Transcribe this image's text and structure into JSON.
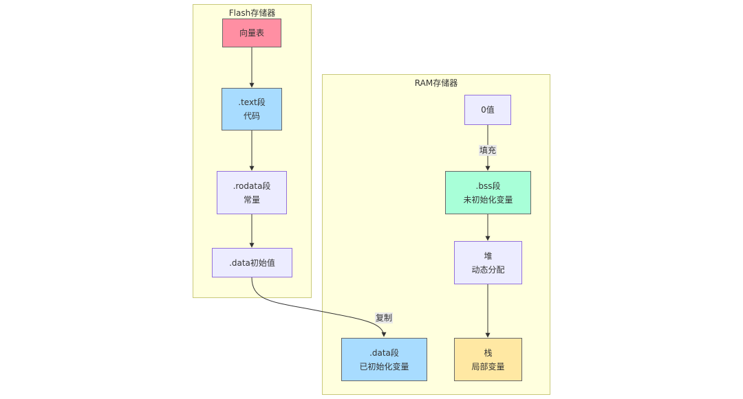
{
  "diagram": {
    "clusters": {
      "flash": {
        "title": "Flash存储器"
      },
      "ram": {
        "title": "RAM存储器"
      }
    },
    "nodes": {
      "vector_table": {
        "lines": [
          "向量表"
        ],
        "color": "#ff8fa3"
      },
      "text_segment": {
        "lines": [
          ".text段",
          "代码"
        ],
        "color": "#a8dcff"
      },
      "rodata_segment": {
        "lines": [
          ".rodata段",
          "常量"
        ],
        "color": "#ececff"
      },
      "data_init": {
        "lines": [
          ".data初始值"
        ],
        "color": "#ececff"
      },
      "zero_value": {
        "lines": [
          "0值"
        ],
        "color": "#ececff"
      },
      "bss_segment": {
        "lines": [
          ".bss段",
          "未初始化变量"
        ],
        "color": "#a8ffd8"
      },
      "heap": {
        "lines": [
          "堆",
          "动态分配"
        ],
        "color": "#ececff"
      },
      "stack": {
        "lines": [
          "栈",
          "局部变量"
        ],
        "color": "#ffe8a3"
      },
      "data_segment": {
        "lines": [
          ".data段",
          "已初始化变量"
        ],
        "color": "#a8dcff"
      }
    },
    "edges": [
      {
        "from": "vector_table",
        "to": "text_segment",
        "label": ""
      },
      {
        "from": "text_segment",
        "to": "rodata_segment",
        "label": ""
      },
      {
        "from": "rodata_segment",
        "to": "data_init",
        "label": ""
      },
      {
        "from": "data_init",
        "to": "data_segment",
        "label": "复制"
      },
      {
        "from": "zero_value",
        "to": "bss_segment",
        "label": "填充"
      },
      {
        "from": "bss_segment",
        "to": "heap",
        "label": ""
      },
      {
        "from": "heap",
        "to": "stack",
        "label": ""
      }
    ]
  }
}
